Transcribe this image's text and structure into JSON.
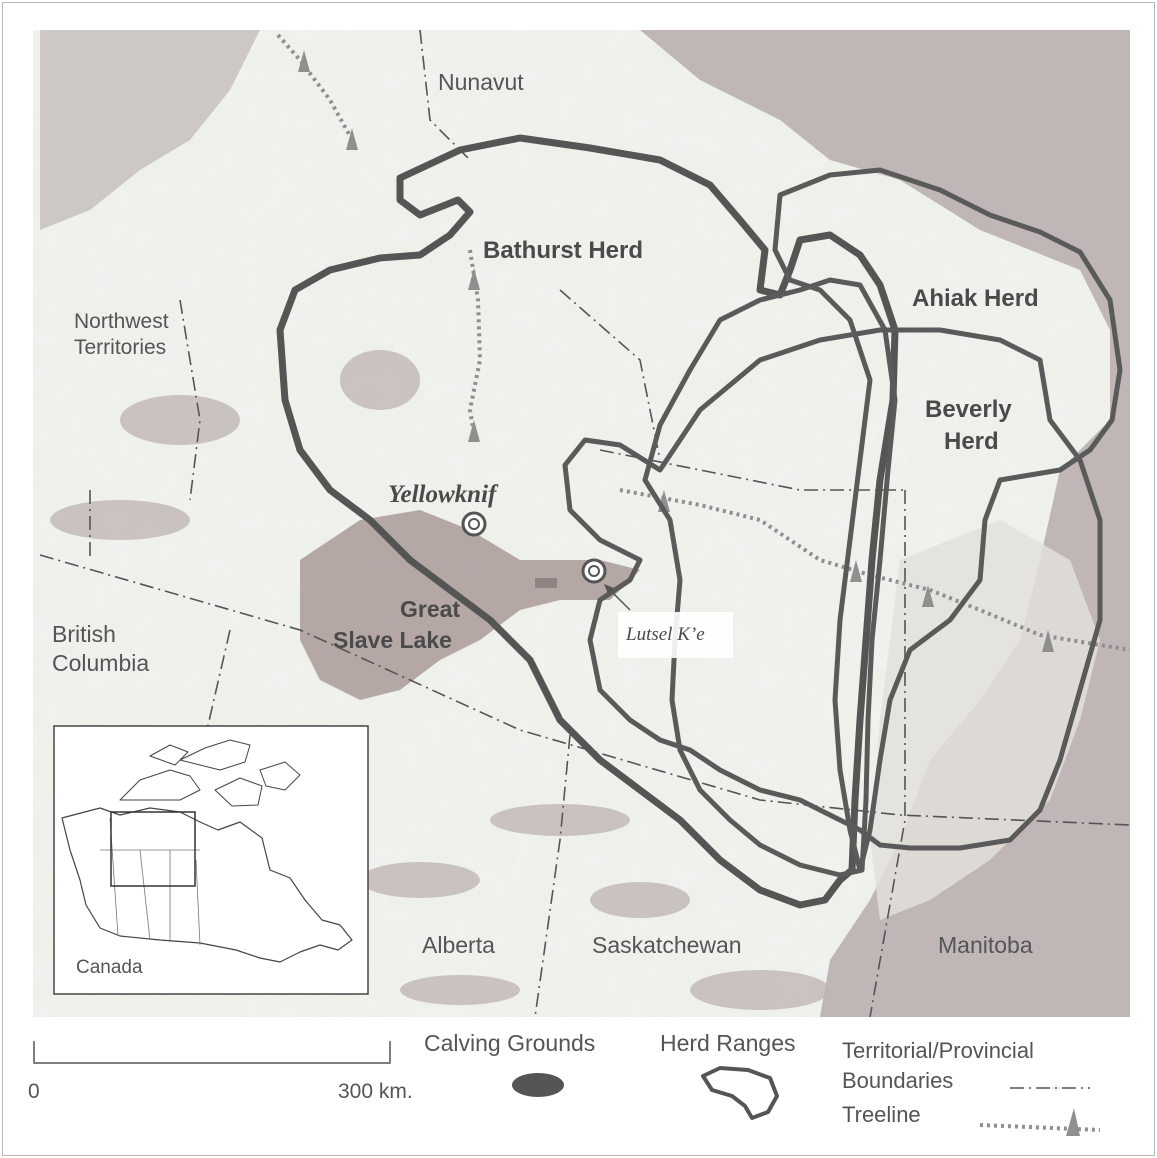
{
  "map": {
    "regions": {
      "nunavut": "Nunavut",
      "nwt_line1": "Northwest",
      "nwt_line2": "Territories",
      "bc_line1": "British",
      "bc_line2": "Columbia",
      "alberta": "Alberta",
      "saskatchewan": "Saskatchewan",
      "manitoba": "Manitoba"
    },
    "herds": {
      "bathurst": "Bathurst Herd",
      "ahiak": "Ahiak Herd",
      "beverly_line1": "Beverly",
      "beverly_line2": "Herd"
    },
    "places": {
      "yellowknife": "Yellowknif",
      "lutsel_ke": "Lutsel K’e",
      "lake_line1": "Great",
      "lake_line2": "Slave Lake"
    },
    "inset": {
      "label": "Canada"
    },
    "scale": {
      "start": "0",
      "end": "300 km."
    },
    "legend": {
      "calving": "Calving Grounds",
      "ranges": "Herd Ranges",
      "boundaries_line1": "Territorial/Provincial",
      "boundaries_line2": "Boundaries",
      "treeline": "Treeline"
    },
    "colors": {
      "land_light": "#e9ebe6",
      "terrain_dark": "#b4a9a8",
      "range_stroke": "#555555",
      "treeline": "#8a8a8a"
    }
  }
}
